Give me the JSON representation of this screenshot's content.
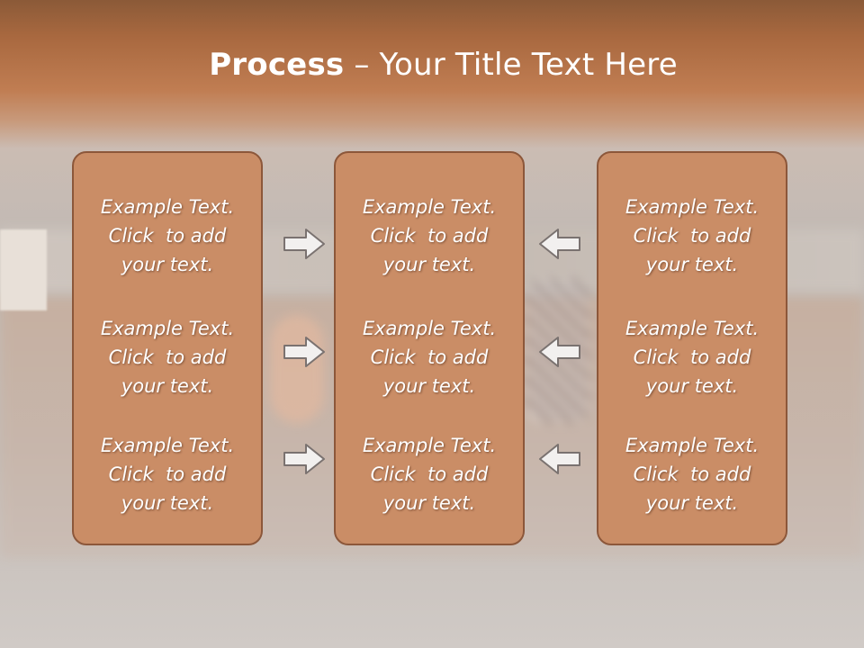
{
  "slide": {
    "title_bold": "Process",
    "title_rest": " – Your Title Text Here"
  },
  "panels": {
    "left": [
      {
        "line1": "Example Text.",
        "line2": "Click  to add",
        "line3": "your text."
      },
      {
        "line1": "Example Text.",
        "line2": "Click  to add",
        "line3": "your text."
      },
      {
        "line1": "Example Text.",
        "line2": "Click  to add",
        "line3": "your text."
      }
    ],
    "middle": [
      {
        "line1": "Example Text.",
        "line2": "Click  to add",
        "line3": "your text."
      },
      {
        "line1": "Example Text.",
        "line2": "Click  to add",
        "line3": "your text."
      },
      {
        "line1": "Example Text.",
        "line2": "Click  to add",
        "line3": "your text."
      }
    ],
    "right": [
      {
        "line1": "Example Text.",
        "line2": "Click  to add",
        "line3": "your text."
      },
      {
        "line1": "Example Text.",
        "line2": "Click  to add",
        "line3": "your text."
      },
      {
        "line1": "Example Text.",
        "line2": "Click  to add",
        "line3": "your text."
      }
    ]
  },
  "arrows": {
    "left_column": [
      "arrow-right-icon",
      "arrow-right-icon",
      "arrow-right-icon"
    ],
    "right_column": [
      "arrow-left-icon",
      "arrow-left-icon",
      "arrow-left-icon"
    ]
  },
  "colors": {
    "header_brown": "#a8683f",
    "panel_fill": "#ca8d66",
    "panel_border": "#8c573a",
    "arrow_fill": "#f2f0ef",
    "arrow_stroke": "#7a7270"
  }
}
